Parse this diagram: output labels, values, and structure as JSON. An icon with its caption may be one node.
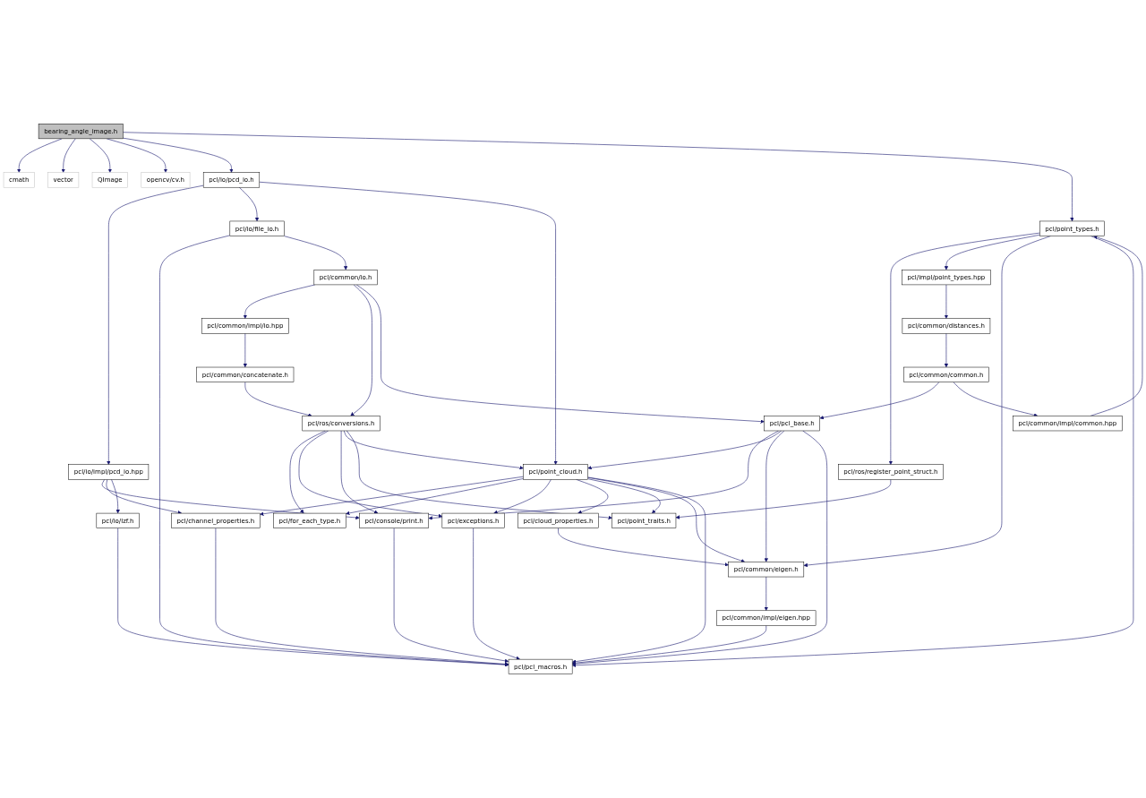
{
  "diagram": {
    "nodes": [
      {
        "text": [
          "bearing_angle_image.h"
        ]
      },
      {
        "text": [
          "cmath"
        ]
      },
      {
        "text": [
          "vector"
        ]
      },
      {
        "text": [
          "QImage"
        ]
      },
      {
        "text": [
          "opencv/cv.h"
        ]
      },
      {
        "text": [
          "pcl/io/pcd_io.h"
        ]
      },
      {
        "text": [
          "pcl/point_types.h"
        ]
      },
      {
        "text": [
          "pcl/io/file_io.h"
        ]
      },
      {
        "text": [
          "pcl/common/io.h"
        ]
      },
      {
        "text": [
          "pcl/impl/point_types.hpp"
        ]
      },
      {
        "text": [
          "pcl/common/impl/io.hpp"
        ]
      },
      {
        "text": [
          "pcl/ros/register_point_struct.h"
        ]
      },
      {
        "text": [
          "pcl/common/distances.h"
        ]
      },
      {
        "text": [
          "pcl/common/concatenate.h"
        ]
      },
      {
        "text": [
          "pcl/common/common.h"
        ]
      },
      {
        "text": [
          "pcl/io/impl/pcd_io.hpp"
        ]
      },
      {
        "text": [
          "pcl/ros/conversions.h"
        ]
      },
      {
        "text": [
          "pcl/pcl_base.h"
        ]
      },
      {
        "text": [
          "pcl/common/impl/common.hpp"
        ]
      },
      {
        "text": [
          "pcl/console/print.h"
        ]
      },
      {
        "text": [
          "pcl/point_cloud.h"
        ]
      },
      {
        "text": [
          "pcl/channel_properties.h"
        ]
      },
      {
        "text": [
          "pcl/for_each_type.h"
        ]
      },
      {
        "text": [
          "pcl/exceptions.h"
        ]
      },
      {
        "text": [
          "pcl/cloud_properties.h"
        ]
      },
      {
        "text": [
          "pcl/point_traits.h"
        ]
      },
      {
        "text": [
          "pcl/io/lzf.h"
        ]
      },
      {
        "text": [
          "pcl/common/eigen.h"
        ]
      },
      {
        "text": [
          "pcl/common/impl/eigen.hpp"
        ]
      },
      {
        "text": [
          "pcl/pcl_macros.h"
        ]
      }
    ],
    "edges": [
      {
        "from": 0,
        "to": 1,
        "arrow": "to"
      },
      {
        "from": 0,
        "to": 2,
        "arrow": "to"
      },
      {
        "from": 0,
        "to": 3,
        "arrow": "to"
      },
      {
        "from": 0,
        "to": 4,
        "arrow": "to"
      },
      {
        "from": 0,
        "to": 5,
        "arrow": "to"
      },
      {
        "from": 0,
        "to": 6,
        "arrow": "to"
      },
      {
        "from": 5,
        "to": 15,
        "arrow": "to"
      },
      {
        "from": 5,
        "to": 7,
        "arrow": "to"
      },
      {
        "from": 5,
        "to": 20,
        "arrow": "to"
      },
      {
        "from": 7,
        "to": 29,
        "arrow": "to"
      },
      {
        "from": 7,
        "to": 8,
        "arrow": "to"
      },
      {
        "from": 6,
        "to": 11,
        "arrow": "to"
      },
      {
        "from": 6,
        "to": 9,
        "arrow": "to"
      },
      {
        "from": 6,
        "to": 27,
        "arrow": "to"
      },
      {
        "from": 6,
        "to": 29,
        "arrow": "to"
      },
      {
        "from": 8,
        "to": 10,
        "arrow": "to"
      },
      {
        "from": 8,
        "to": 16,
        "arrow": "to"
      },
      {
        "from": 8,
        "to": 17,
        "arrow": "to"
      },
      {
        "from": 9,
        "to": 12,
        "arrow": "to"
      },
      {
        "from": 10,
        "to": 13,
        "arrow": "to"
      },
      {
        "from": 12,
        "to": 14,
        "arrow": "to"
      },
      {
        "from": 13,
        "to": 16,
        "arrow": "to"
      },
      {
        "from": 14,
        "to": 17,
        "arrow": "to"
      },
      {
        "from": 14,
        "to": 18,
        "arrow": "to"
      },
      {
        "from": 18,
        "to": 6,
        "arrow": "to"
      },
      {
        "from": 11,
        "to": 25,
        "arrow": "to"
      },
      {
        "from": 15,
        "to": 19,
        "arrow": "to"
      },
      {
        "from": 15,
        "to": 21,
        "arrow": "to"
      },
      {
        "from": 15,
        "to": 26,
        "arrow": "to"
      },
      {
        "from": 16,
        "to": 22,
        "arrow": "to"
      },
      {
        "from": 16,
        "to": 23,
        "arrow": "to"
      },
      {
        "from": 16,
        "to": 19,
        "arrow": "to"
      },
      {
        "from": 16,
        "to": 20,
        "arrow": "to"
      },
      {
        "from": 16,
        "to": 25,
        "arrow": "to"
      },
      {
        "from": 17,
        "to": 19,
        "arrow": "to"
      },
      {
        "from": 17,
        "to": 20,
        "arrow": "to"
      },
      {
        "from": 17,
        "to": 27,
        "arrow": "to"
      },
      {
        "from": 17,
        "to": 29,
        "arrow": "to"
      },
      {
        "from": 19,
        "to": 29,
        "arrow": "to"
      },
      {
        "from": 20,
        "to": 21,
        "arrow": "to"
      },
      {
        "from": 20,
        "to": 22,
        "arrow": "to"
      },
      {
        "from": 20,
        "to": 23,
        "arrow": "to"
      },
      {
        "from": 20,
        "to": 24,
        "arrow": "to"
      },
      {
        "from": 20,
        "to": 25,
        "arrow": "to"
      },
      {
        "from": 20,
        "to": 27,
        "arrow": "to"
      },
      {
        "from": 20,
        "to": 29,
        "arrow": "to"
      },
      {
        "from": 21,
        "to": 29,
        "arrow": "to"
      },
      {
        "from": 23,
        "to": 29,
        "arrow": "to"
      },
      {
        "from": 24,
        "to": 27,
        "arrow": "to"
      },
      {
        "from": 26,
        "to": 29,
        "arrow": "to"
      },
      {
        "from": 27,
        "to": 28,
        "arrow": "to"
      },
      {
        "from": 28,
        "to": 29,
        "arrow": "to"
      }
    ]
  }
}
